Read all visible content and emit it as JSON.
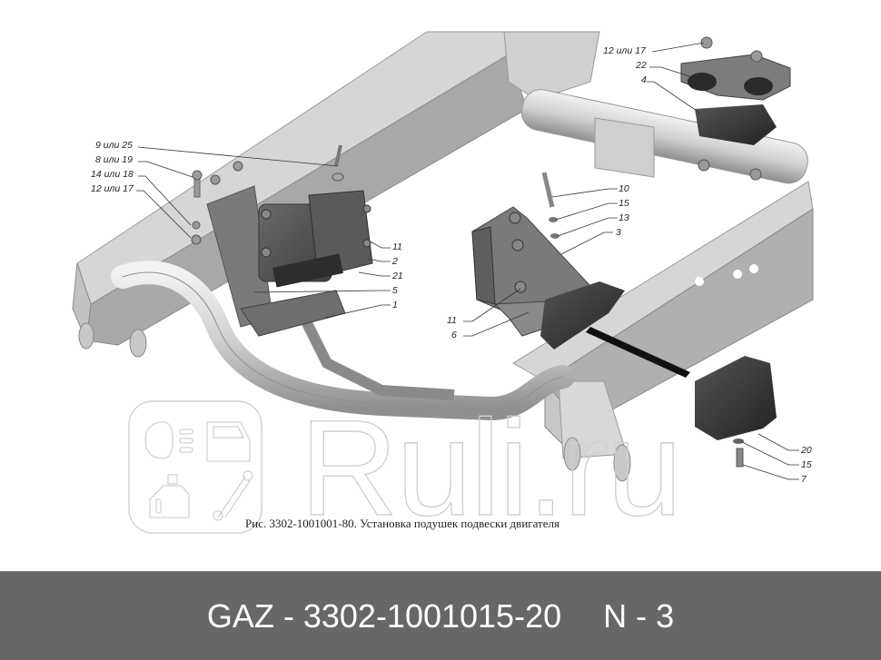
{
  "diagram": {
    "caption": "Рис. 3302-1001001-80. Установка подушек подвески двигателя",
    "callouts": [
      {
        "id": "9-or-25",
        "label": "9 или 25"
      },
      {
        "id": "8-or-19",
        "label": "8 или 19"
      },
      {
        "id": "14-or-18",
        "label": "14 или 18"
      },
      {
        "id": "12-or-17-left",
        "label": "12 или 17"
      },
      {
        "id": "12-or-17-top",
        "label": "12 или 17"
      },
      {
        "id": "22",
        "label": "22"
      },
      {
        "id": "4",
        "label": "4"
      },
      {
        "id": "10",
        "label": "10"
      },
      {
        "id": "15-top",
        "label": "15"
      },
      {
        "id": "13",
        "label": "13"
      },
      {
        "id": "3",
        "label": "3"
      },
      {
        "id": "11-left",
        "label": "11"
      },
      {
        "id": "2",
        "label": "2"
      },
      {
        "id": "21",
        "label": "21"
      },
      {
        "id": "5",
        "label": "5"
      },
      {
        "id": "1",
        "label": "1"
      },
      {
        "id": "11-mid",
        "label": "11"
      },
      {
        "id": "6",
        "label": "6"
      },
      {
        "id": "20",
        "label": "20"
      },
      {
        "id": "15-bottom",
        "label": "15"
      },
      {
        "id": "7",
        "label": "7"
      }
    ]
  },
  "watermark": {
    "text": "Ruli.ru",
    "icons": [
      "headlight-icon",
      "car-door-icon",
      "oil-bottle-icon",
      "shock-absorber-icon"
    ]
  },
  "footer": {
    "part_number": "GAZ - 3302-1001015-20",
    "quantity": "N - 3"
  },
  "colors": {
    "footer_bg": "#676767",
    "footer_text": "#ffffff",
    "frame_light": "#d4d4d4",
    "frame_dark": "#8a8a8a",
    "rubber": "#3a3a3a"
  }
}
